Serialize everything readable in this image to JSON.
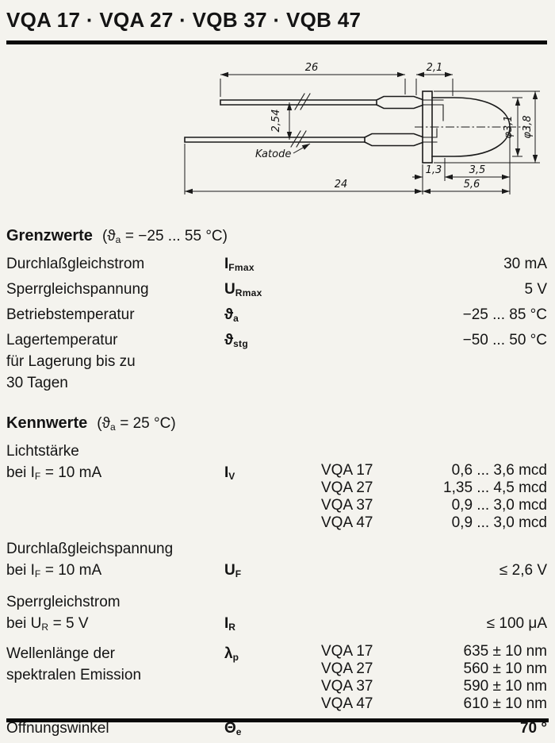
{
  "colors": {
    "ink": "#141414",
    "paper": "#f4f3ee"
  },
  "page": {
    "title": "VQA 17 · VQA 27 · VQB 37 · VQB 47"
  },
  "drawing": {
    "labels": {
      "lead_top_length": "26",
      "tip_length": "2,1",
      "lead_pitch": "2,54",
      "cathode": "Katode",
      "flange_length": "1,3",
      "dome_length": "3,5",
      "lead_bottom_length": "24",
      "body_length": "5,6",
      "dome_diameter": "φ3,1",
      "flange_diameter": "φ3,8"
    }
  },
  "grenzwerte": {
    "heading": "Grenzwerte",
    "cond_pre": "(ϑ",
    "cond_sub": "a",
    "cond_post": " = −25 ... 55 °C)",
    "rows": [
      {
        "label": "Durchlaßgleichstrom",
        "sym": "I",
        "sub": "Fmax",
        "value": "30 mA"
      },
      {
        "label": "Sperrgleichspannung",
        "sym": "U",
        "sub": "Rmax",
        "value": "5 V"
      },
      {
        "label": "Betriebstemperatur",
        "sym": "ϑ",
        "sub": "a",
        "value": "−25 ... 85 °C"
      },
      {
        "label": "Lagertemperatur\nfür Lagerung bis zu\n30 Tagen",
        "sym": "ϑ",
        "sub": "stg",
        "value": "−50 ... 50 °C"
      }
    ]
  },
  "kennwerte": {
    "heading": "Kennwerte",
    "cond_pre": "(ϑ",
    "cond_sub": "a",
    "cond_post": " = 25 °C)",
    "lichtstaerke": {
      "title": "Lichtstärke",
      "cond_pre": "bei I",
      "cond_sub": "F",
      "cond_post": " = 10 mA",
      "sym": "I",
      "sub": "V",
      "variants": [
        {
          "type": "VQA 17",
          "value": "0,6 ... 3,6 mcd"
        },
        {
          "type": "VQA 27",
          "value": "1,35 ... 4,5 mcd"
        },
        {
          "type": "VQA 37",
          "value": "0,9 ... 3,0 mcd"
        },
        {
          "type": "VQA 47",
          "value": "0,9 ... 3,0 mcd"
        }
      ]
    },
    "durchlassspannung": {
      "title": "Durchlaßgleichspannung",
      "cond_pre": "bei I",
      "cond_sub": "F",
      "cond_post": " = 10 mA",
      "sym": "U",
      "sub": "F",
      "value": "≤ 2,6 V"
    },
    "sperrstrom": {
      "title": "Sperrgleichstrom",
      "cond_pre": "bei U",
      "cond_sub": "R",
      "cond_post": " = 5 V",
      "sym": "I",
      "sub": "R",
      "value": "≤ 100 μA"
    },
    "wellenlaenge": {
      "label": "Wellenlänge der\nspektralen Emission",
      "sym": "λ",
      "sub": "p",
      "variants": [
        {
          "type": "VQA 17",
          "value": "635 ± 10 nm"
        },
        {
          "type": "VQA 27",
          "value": "560 ± 10 nm"
        },
        {
          "type": "VQA 37",
          "value": "590 ± 10 nm"
        },
        {
          "type": "VQA 47",
          "value": "610 ± 10 nm"
        }
      ]
    },
    "oeffnungswinkel": {
      "label": "Öffnungswinkel",
      "sym": "Θ",
      "sub": "e",
      "value": "70 °"
    }
  }
}
